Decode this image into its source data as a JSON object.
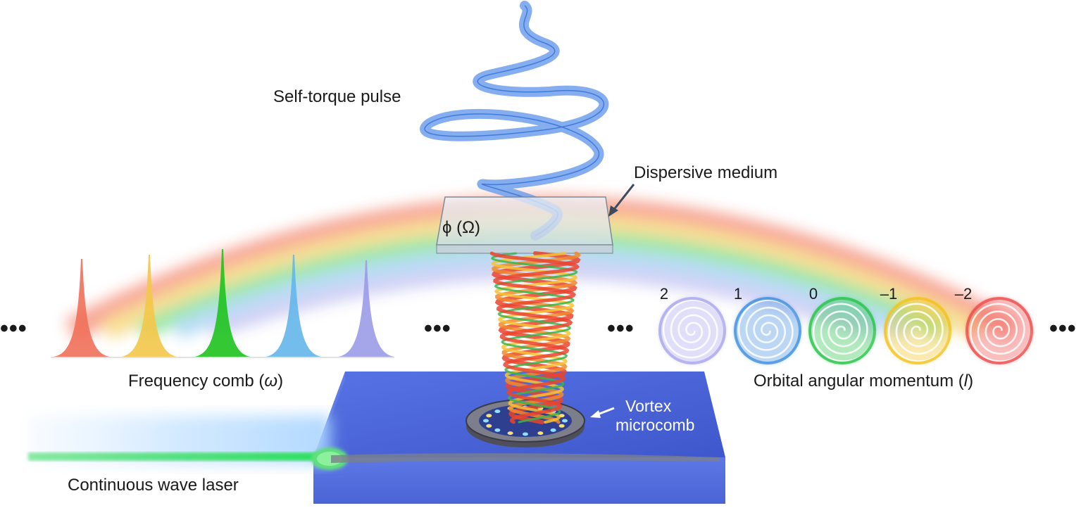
{
  "labels": {
    "self_torque": "Self-torque pulse",
    "dispersive": "Dispersive medium",
    "phase": "ϕ (Ω)",
    "freq_comb": "Frequency comb (",
    "freq_symbol": "ω",
    "oam": "Orbital angular momentum (",
    "oam_symbol": "l",
    "close_paren": ")",
    "vortex_line1": "Vortex",
    "vortex_line2": "microcomb",
    "cw_laser": "Continuous wave laser",
    "ellipsis": "•••"
  },
  "oam_modes": [
    {
      "value": "2",
      "color": "#a9a6ee"
    },
    {
      "value": "1",
      "color": "#3f8fe0"
    },
    {
      "value": "0",
      "color": "#25c447"
    },
    {
      "value": "–1",
      "color": "#f4c21e"
    },
    {
      "value": "–2",
      "color": "#ef4a4a"
    }
  ],
  "comb_colors": [
    "#f0705a",
    "#f3c64a",
    "#1ec31e",
    "#64b6ea",
    "#9b9be8"
  ],
  "colors": {
    "chip": "#4a66d9",
    "pulse": "#5b8fe6",
    "laser": "#33dd55"
  }
}
